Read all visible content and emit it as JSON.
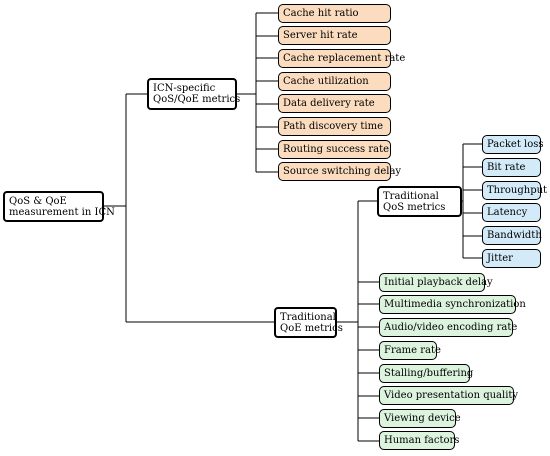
{
  "diagram": {
    "root": {
      "label_line1": "QoS & QoE",
      "label_line2": "measurement in ICN"
    },
    "icn_specific": {
      "label_line1": "ICN-specific",
      "label_line2": "QoS/QoE metrics",
      "items": [
        "Cache hit ratio",
        "Server hit rate",
        "Cache replacement rate",
        "Cache utilization",
        "Data delivery rate",
        "Path discovery time",
        "Routing success rate",
        "Source switching delay"
      ]
    },
    "traditional_qos": {
      "label_line1": "Traditional",
      "label_line2": "QoS metrics",
      "items": [
        "Packet loss",
        "Bit rate",
        "Throughput",
        "Latency",
        "Bandwidth",
        "Jitter"
      ]
    },
    "traditional_qoe": {
      "label_line1": "Traditional",
      "label_line2": "QoE metrics",
      "items": [
        "Initial playback delay",
        "Multimedia synchronization",
        "Audio/video encoding rate",
        "Frame rate",
        "Stalling/buffering",
        "Video presentation quality",
        "Viewing device",
        "Human factors"
      ]
    },
    "colors": {
      "icn_leaf": "#fbdcbf",
      "qos_leaf": "#d3ebf9",
      "qoe_leaf": "#dcf3dd",
      "lines": "#000000"
    }
  }
}
